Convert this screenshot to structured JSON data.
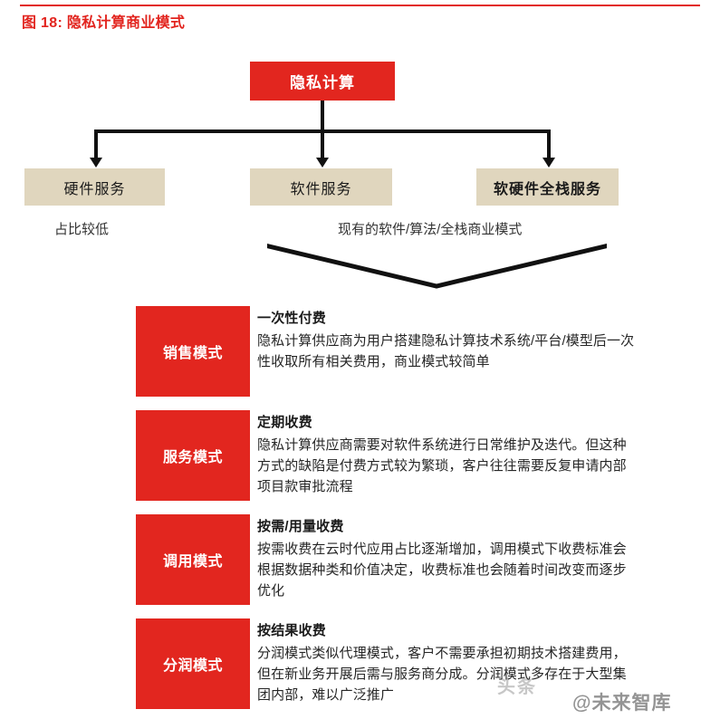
{
  "figure": {
    "title": "图 18: 隐私计算商业模式",
    "accent_color": "#E2261F",
    "tier_box_color": "#E0D6BE"
  },
  "tree": {
    "root": {
      "label": "隐私计算"
    },
    "tiers": [
      {
        "label": "硬件服务",
        "note": "占比较低"
      },
      {
        "label": "软件服务",
        "note": "现有的软件/算法/全栈商业模式"
      },
      {
        "label": "软硬件全栈服务",
        "note": ""
      }
    ]
  },
  "modes": [
    {
      "tag": "销售模式",
      "heading": "一次性付费",
      "text": "隐私计算供应商为用户搭建隐私计算技术系统/平台/模型后一次性收取所有相关费用，商业模式较简单"
    },
    {
      "tag": "服务模式",
      "heading": "定期收费",
      "text": "隐私计算供应商需要对软件系统进行日常维护及迭代。但这种方式的缺陷是付费方式较为繁琐，客户往往需要反复申请内部项目款审批流程"
    },
    {
      "tag": "调用模式",
      "heading": "按需/用量收费",
      "text": "按需收费在云时代应用占比逐渐增加，调用模式下收费标准会根据数据种类和价值决定，收费标准也会随着时间改变而逐步优化"
    },
    {
      "tag": "分润模式",
      "heading": "按结果收费",
      "text": "分润模式类似代理模式，客户不需要承担初期技术搭建费用，但在新业务开展后需与服务商分成。分润模式多存在于大型集团内部，难以广泛推广"
    }
  ],
  "watermark": {
    "text": "@未来智库",
    "ghost_text": "头条"
  }
}
